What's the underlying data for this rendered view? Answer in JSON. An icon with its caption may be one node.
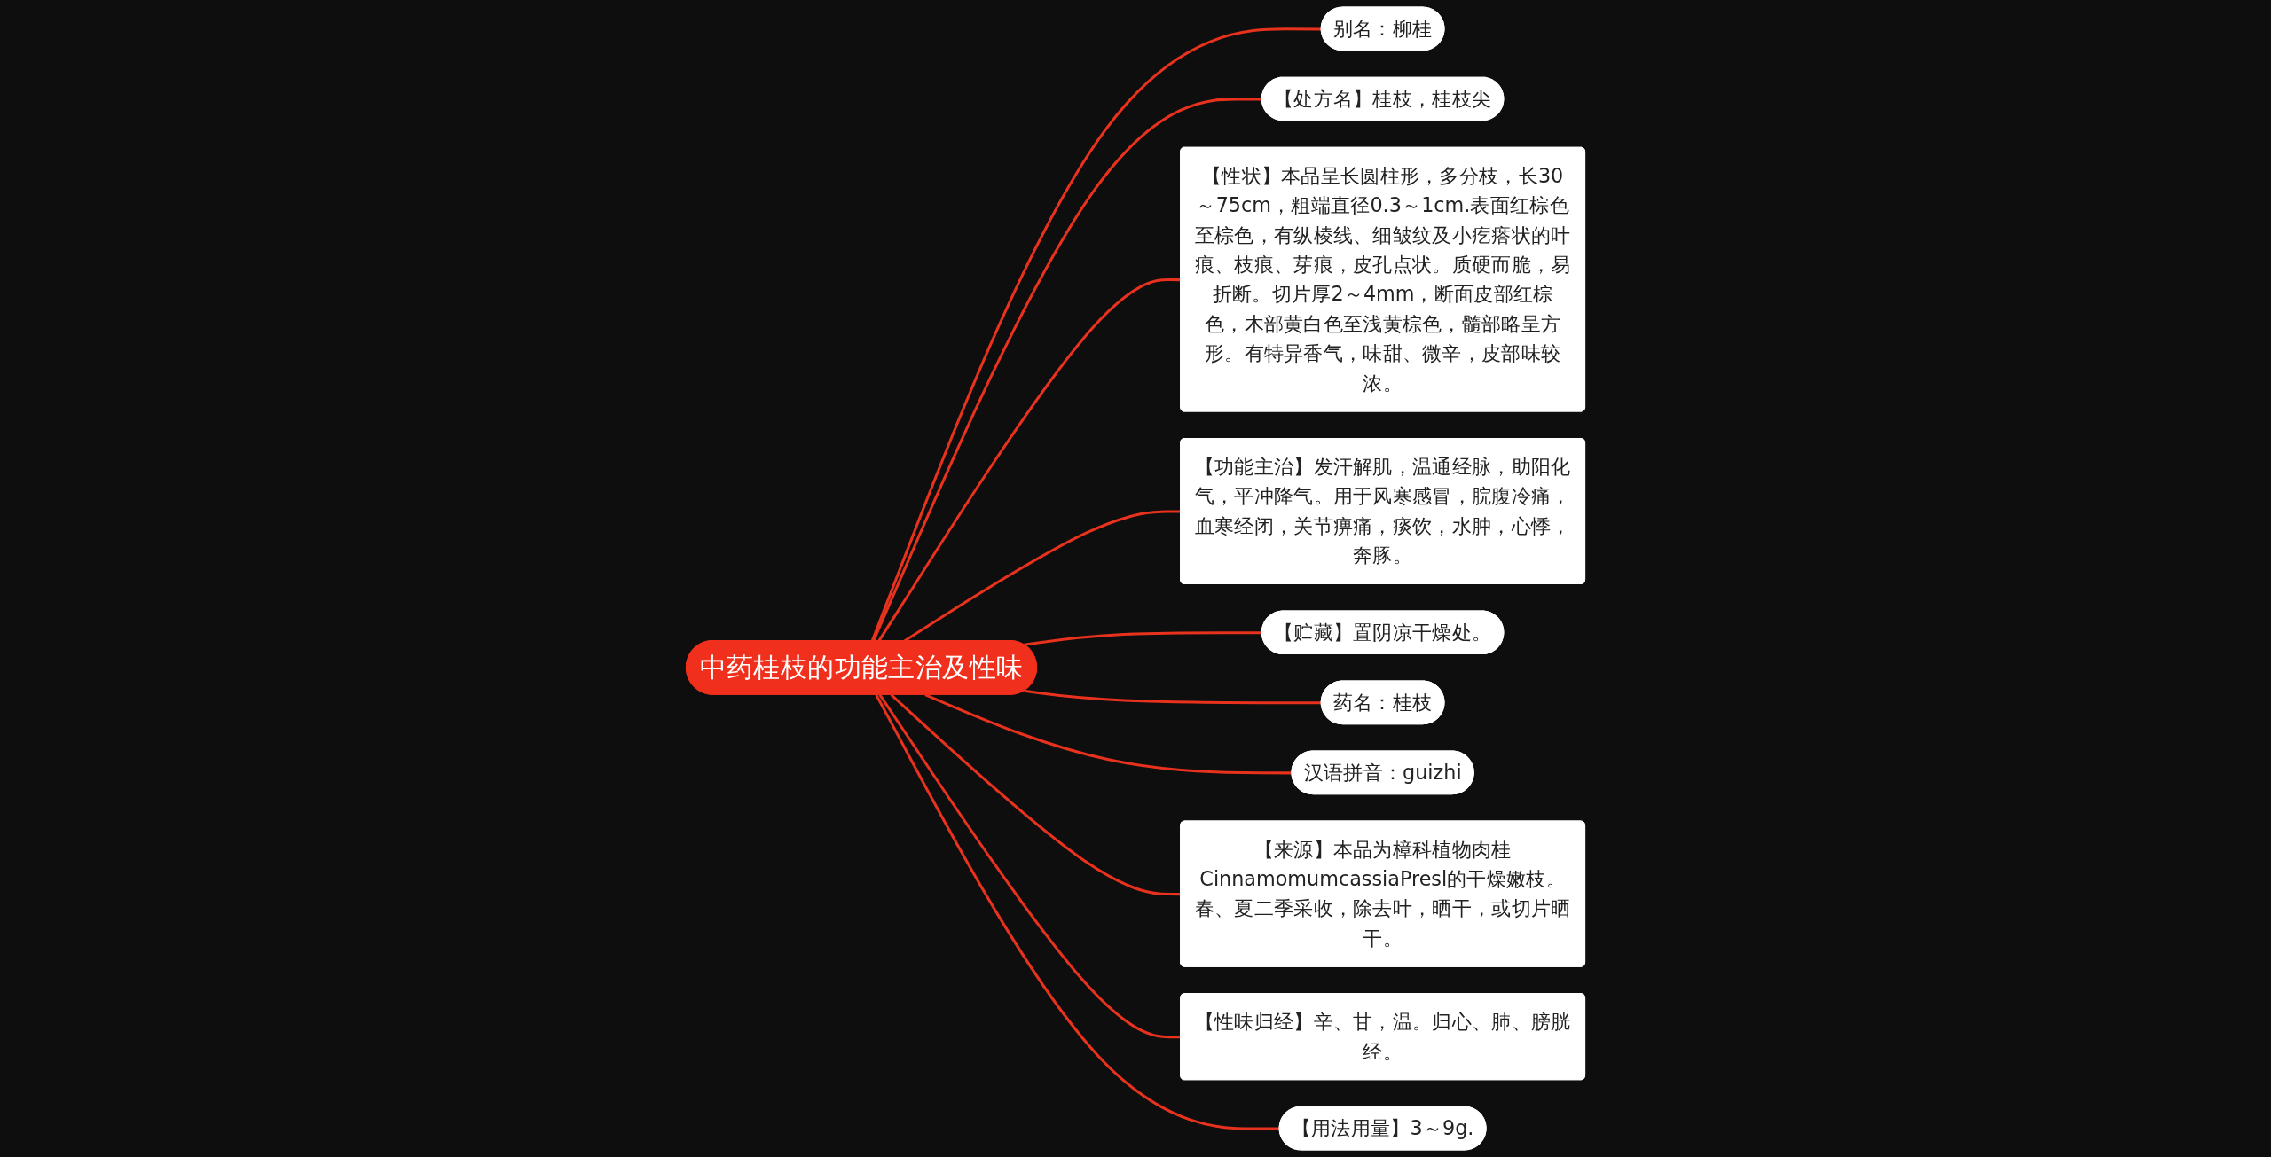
{
  "diagram": {
    "nodes": [
      {
        "text": [
          "中药桂枝的功能主治及性味"
        ]
      },
      {
        "text": [
          "别名：柳桂"
        ]
      },
      {
        "text": [
          "【处方名】桂枝，桂枝尖"
        ]
      },
      {
        "text": [
          "【性状】本品呈长圆柱形，多分枝，长30～75cm，粗端直径0.3～1cm.表面红棕色至棕色，有纵棱线、细皱纹及小疙瘩状的叶痕、枝痕、芽痕，皮孔点状。质硬而脆，易折断。切片厚2～4mm，断面皮部红棕色，木部黄白色至浅黄棕色，髓部略呈方形。有特异香气，味甜、微辛，皮部味较浓。"
        ]
      },
      {
        "text": [
          "【功能主治】发汗解肌，温通经脉，助阳化气，平冲降气。用于风寒感冒，脘腹冷痛，血寒经闭，关节痹痛，痰饮，水肿，心悸，奔豚。"
        ]
      },
      {
        "text": [
          "【贮藏】置阴凉干燥处。"
        ]
      },
      {
        "text": [
          "药名：桂枝"
        ]
      },
      {
        "text": [
          "汉语拼音：guizhi"
        ]
      },
      {
        "text": [
          "【来源】本品为樟科植物肉桂CinnamomumcassiaPresl的干燥嫩枝。春、夏二季采收，除去叶，晒干，或切片晒干。"
        ]
      },
      {
        "text": [
          "【性味归经】辛、甘，温。归心、肺、膀胱经。"
        ]
      },
      {
        "text": [
          "【用法用量】3～9g."
        ]
      }
    ],
    "edges": [
      {
        "from": 0,
        "to": 1,
        "arrow": "none"
      },
      {
        "from": 0,
        "to": 2,
        "arrow": "none"
      },
      {
        "from": 0,
        "to": 3,
        "arrow": "none"
      },
      {
        "from": 0,
        "to": 4,
        "arrow": "none"
      },
      {
        "from": 0,
        "to": 5,
        "arrow": "none"
      },
      {
        "from": 0,
        "to": 6,
        "arrow": "none"
      },
      {
        "from": 0,
        "to": 7,
        "arrow": "none"
      },
      {
        "from": 0,
        "to": 8,
        "arrow": "none"
      },
      {
        "from": 0,
        "to": 9,
        "arrow": "none"
      },
      {
        "from": 0,
        "to": 10,
        "arrow": "none"
      }
    ]
  }
}
